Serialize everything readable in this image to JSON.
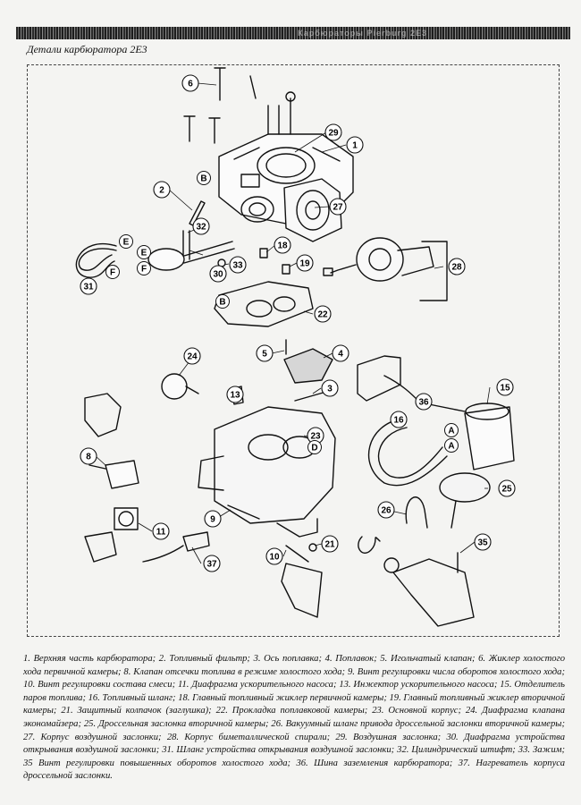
{
  "header": {
    "band_text": "Карбюраторы Pierburg 2E3"
  },
  "caption": "Детали карбюратора 2Е3",
  "callouts": [
    {
      "id": "c1",
      "label": "1"
    },
    {
      "id": "c2",
      "label": "2"
    },
    {
      "id": "c3",
      "label": "3"
    },
    {
      "id": "c4",
      "label": "4"
    },
    {
      "id": "c5",
      "label": "5"
    },
    {
      "id": "c6",
      "label": "6"
    },
    {
      "id": "c8",
      "label": "8"
    },
    {
      "id": "c9",
      "label": "9"
    },
    {
      "id": "c10",
      "label": "10"
    },
    {
      "id": "c11",
      "label": "11"
    },
    {
      "id": "c13",
      "label": "13"
    },
    {
      "id": "c15",
      "label": "15"
    },
    {
      "id": "c16",
      "label": "16"
    },
    {
      "id": "c18",
      "label": "18"
    },
    {
      "id": "c19",
      "label": "19"
    },
    {
      "id": "c21",
      "label": "21"
    },
    {
      "id": "c22",
      "label": "22"
    },
    {
      "id": "c23",
      "label": "23"
    },
    {
      "id": "c24",
      "label": "24"
    },
    {
      "id": "c25",
      "label": "25"
    },
    {
      "id": "c26",
      "label": "26"
    },
    {
      "id": "c27",
      "label": "27"
    },
    {
      "id": "c28",
      "label": "28"
    },
    {
      "id": "c29",
      "label": "29"
    },
    {
      "id": "c30",
      "label": "30"
    },
    {
      "id": "c31",
      "label": "31"
    },
    {
      "id": "c32",
      "label": "32"
    },
    {
      "id": "c33",
      "label": "33"
    },
    {
      "id": "c35",
      "label": "35"
    },
    {
      "id": "c36",
      "label": "36"
    },
    {
      "id": "c37",
      "label": "37"
    }
  ],
  "letter_markers": {
    "B_top": "B",
    "E_hose": "E",
    "F_hose": "F",
    "E_diaphragm": "E",
    "F_diaphragm": "F",
    "D_body": "D",
    "A_hose1": "A",
    "A_hose2": "A",
    "B_gasket": "B"
  },
  "legend": "1. Верхняя часть карбюратора; 2. Топливный фильтр; 3. Ось поплавка; 4. Поплавок; 5. Игольчатый клапан; 6. Жиклер холостого хода первичной камеры; 8. Клапан отсечки топлива в режиме холостого хода; 9. Винт регулировки числа оборотов холостого хода; 10. Винт регулировки состава смеси; 11. Диафрагма ускорительного насоса; 13. Инжектор ускорительного насоса; 15. Отделитель паров топлива; 16. Топливный шланг; 18. Главный топливный жиклер первичной камеры; 19. Главный топливный жиклер вторичной камеры; 21. Защитный колпачок (заглушка); 22. Прокладка поплавковой камеры; 23. Основной корпус; 24. Диафрагма клапана экономайзера; 25. Дроссельная заслонка вторичной камеры; 26. Вакуумный шланг привода дроссельной заслонки вторичной камеры; 27. Корпус воздушной заслонки; 28. Корпус биметаллической спирали; 29. Воздушная заслонка; 30. Диафрагма устройства открывания воздушной заслонки; 31. Шланг устройства открывания воздушной заслонки; 32. Цилиндрический штифт; 33. Зажим; 35 Винт регулировки повышенных оборотов холостого хода; 36. Шина заземления карбюратора; 37. Нагреватель корпуса дроссельной заслонки."
}
